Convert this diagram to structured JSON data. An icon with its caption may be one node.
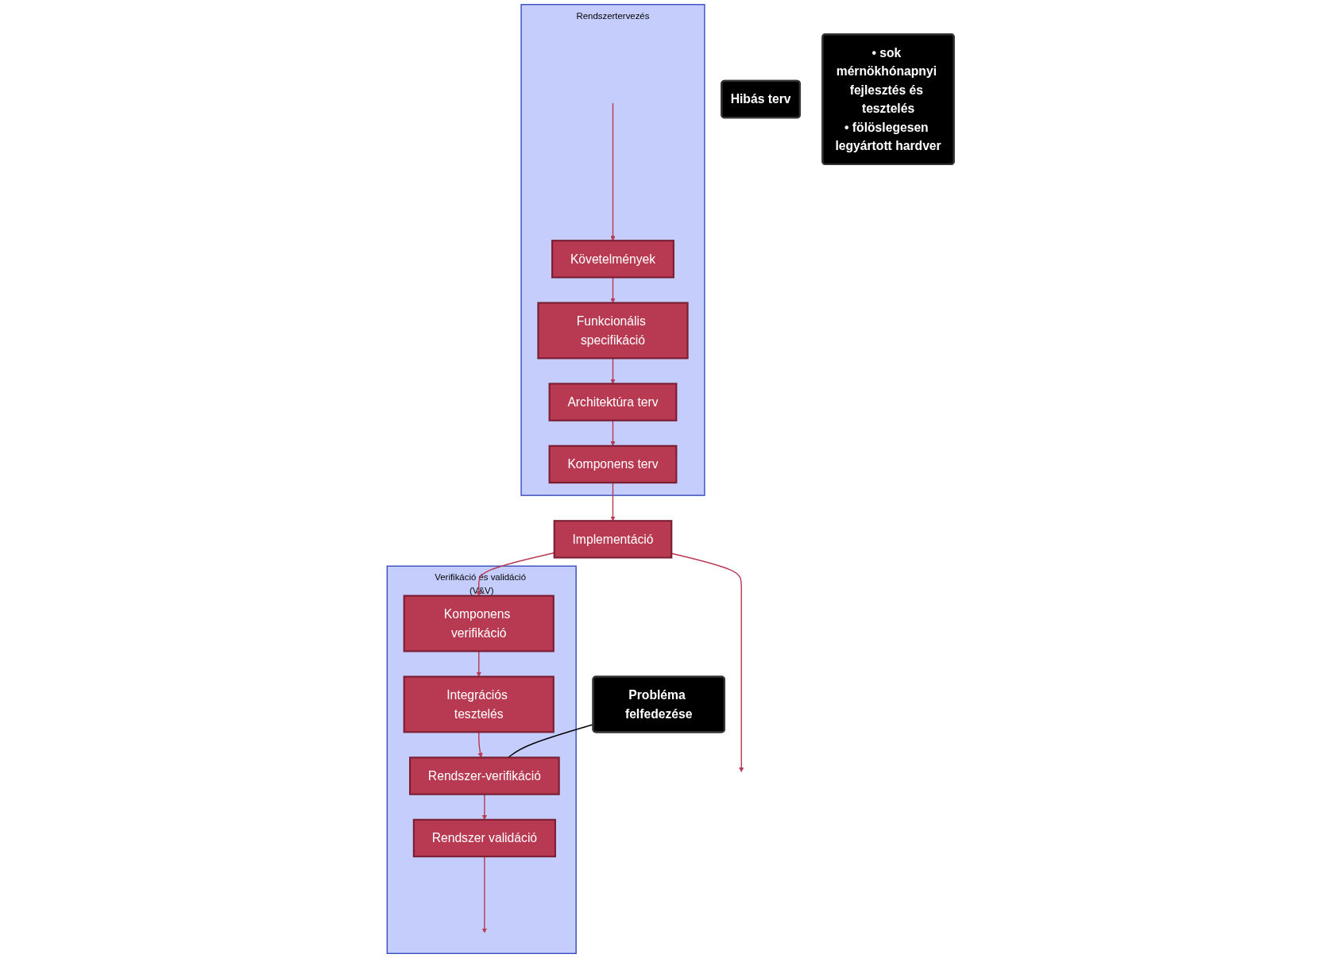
{
  "diagram": {
    "nodes": [
      {
        "text": [
          "Rendszertervezés"
        ]
      },
      {
        "text": [
          "Követelmények"
        ],
        "in": 0
      },
      {
        "text": [
          "Funkcionális specifikáció"
        ],
        "in": 0
      },
      {
        "text": [
          "Architektúra terv"
        ],
        "in": 0
      },
      {
        "text": [
          "Komponens terv"
        ],
        "in": 0
      },
      {
        "text": [
          "Hibás terv"
        ]
      },
      {
        "text": [
          "• sok mérnökhónapnyi fejlesztés és tesztelés",
          "• fölöslegesen legyártott hardver"
        ]
      },
      {
        "text": [
          "Probléma felfedezése"
        ]
      },
      {
        "text": [
          "Verifikáció és validáció (V&V)"
        ]
      },
      {
        "text": [
          "Rendszer validáció"
        ],
        "in": 8
      },
      {
        "text": [
          "Rendszer-verifikáció"
        ],
        "in": 8
      },
      {
        "text": [
          "Integrációs tesztelés"
        ],
        "in": 8
      },
      {
        "text": [
          "Komponens verifikáció"
        ],
        "in": 8
      },
      {
        "text": [
          "Implementáció"
        ]
      }
    ],
    "edges": [
      {
        "from": null,
        "to": 1,
        "arrow": "to"
      },
      {
        "from": 1,
        "to": 2,
        "arrow": "to"
      },
      {
        "from": 2,
        "to": 3,
        "arrow": "to"
      },
      {
        "from": 3,
        "to": 4,
        "arrow": "to"
      },
      {
        "from": 4,
        "to": 13,
        "arrow": "to"
      },
      {
        "from": 13,
        "to": null,
        "arrow": "to"
      },
      {
        "from": 13,
        "to": 12,
        "arrow": "to"
      },
      {
        "from": 12,
        "to": 11,
        "arrow": "to"
      },
      {
        "from": 11,
        "to": 10,
        "arrow": "to"
      },
      {
        "from": 10,
        "to": 9,
        "arrow": "to"
      },
      {
        "from": 9,
        "to": null,
        "arrow": "to"
      },
      {
        "from": 7,
        "to": 10,
        "arrow": "none",
        "color": "#000000"
      }
    ]
  }
}
